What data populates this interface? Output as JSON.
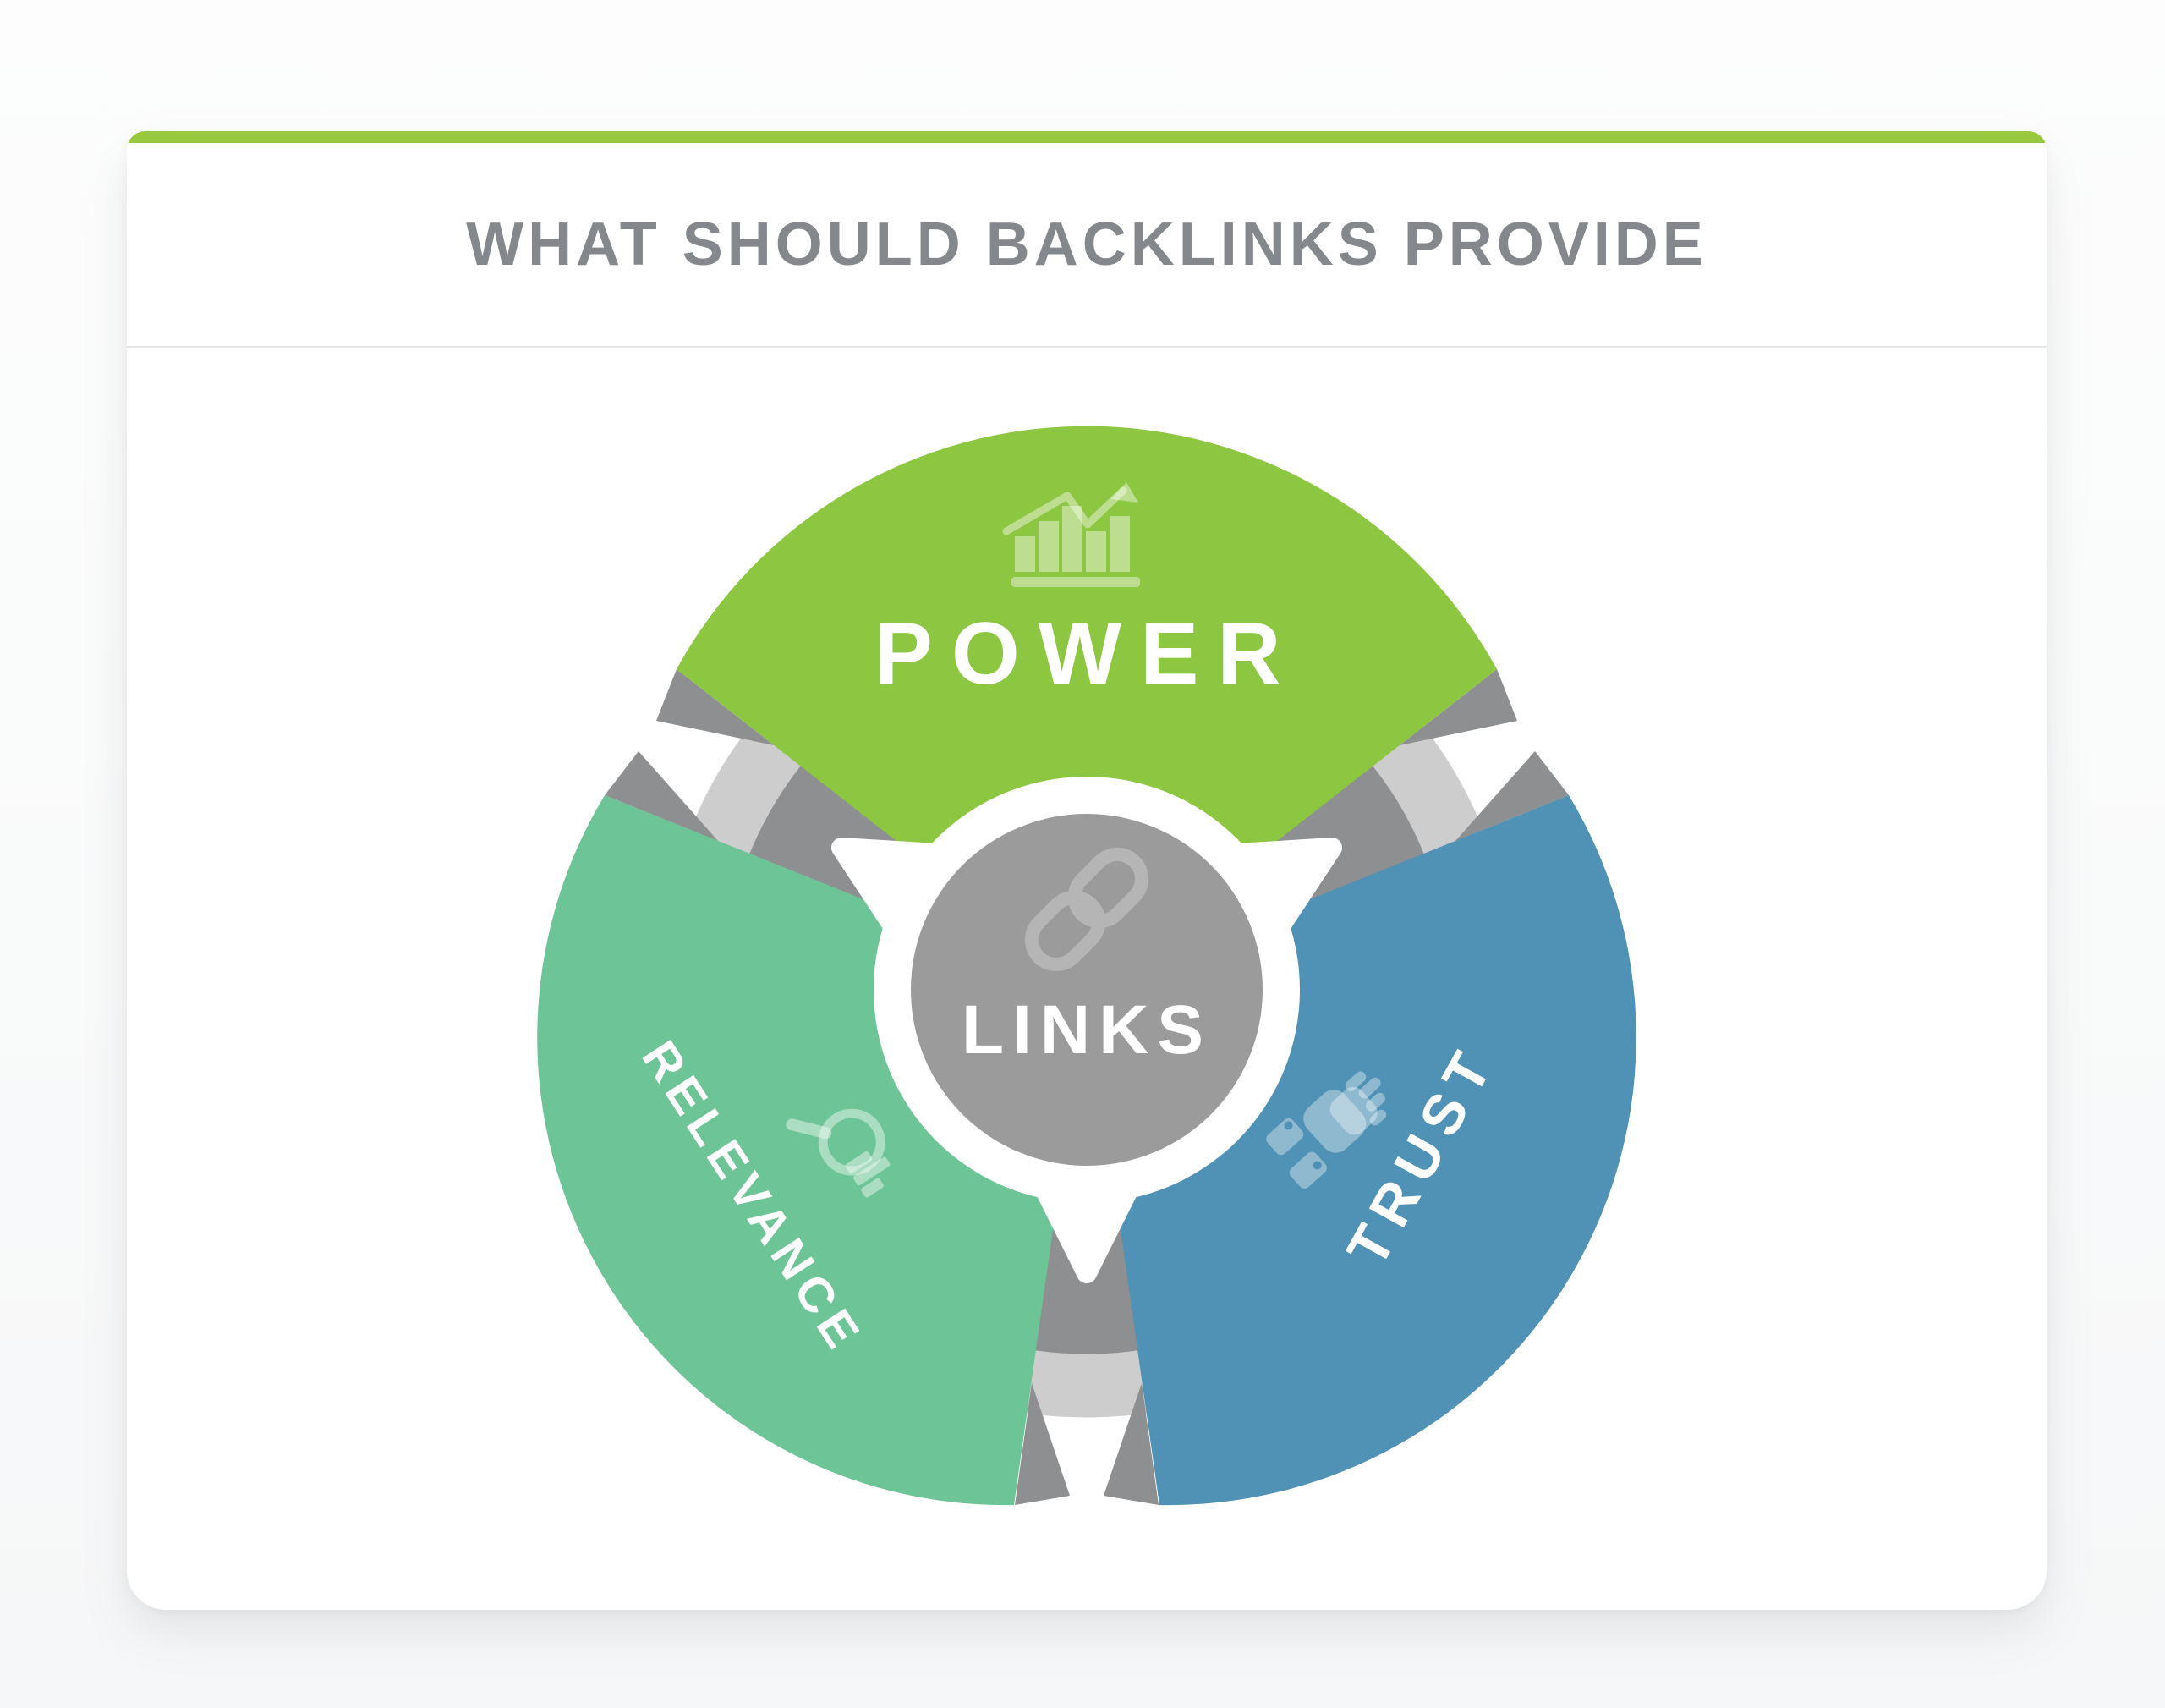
{
  "header": {
    "title": "WHAT SHOULD BACKLINKS PROVIDE"
  },
  "diagram": {
    "center": {
      "label": "LINKS",
      "icon": "chain-link-icon",
      "color": "#9b9b9b"
    },
    "segments": [
      {
        "label": "POWER",
        "color": "#8dc640",
        "icon": "growth-chart-icon"
      },
      {
        "label": "TRUST",
        "color": "#4f92b5",
        "icon": "handshake-icon"
      },
      {
        "label": "RELEVANCE",
        "color": "#6dc496",
        "icon": "magnifier-chart-icon"
      }
    ]
  },
  "colors": {
    "accent_bar": "#97c83e",
    "ring": "#cdcdcd",
    "shadow": "#8e8f90",
    "chain": "#b5b5b5",
    "title_text": "#84878b",
    "label_text": "#ffffff"
  }
}
